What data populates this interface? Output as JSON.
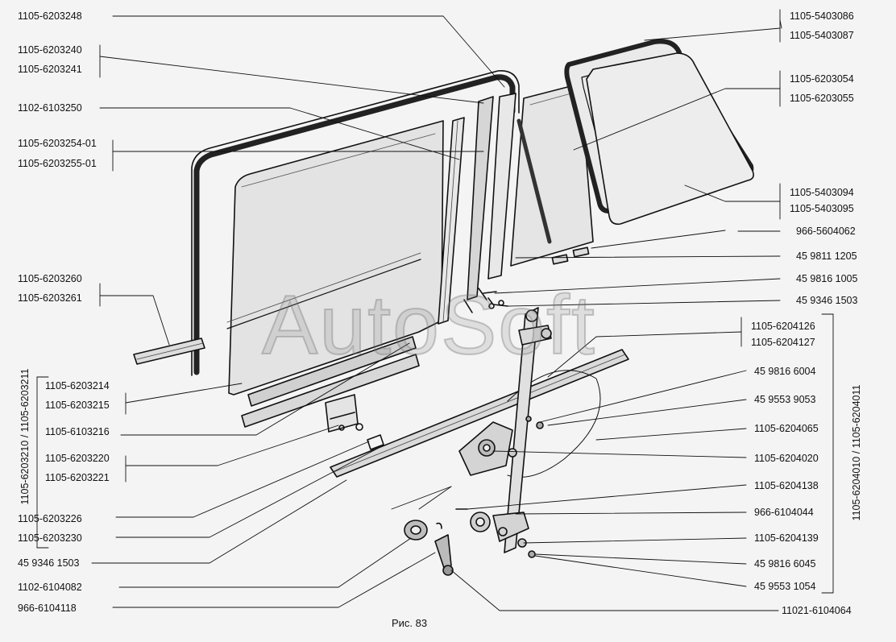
{
  "figure": {
    "caption": "Рис. 83",
    "watermark": "AutoSoft"
  },
  "colors": {
    "ink": "#111111",
    "paper": "#f4f4f4",
    "glass": "#e2e2e2",
    "seal": "#333333"
  },
  "left_labels": [
    {
      "id": "l01",
      "text": "1105-6203248"
    },
    {
      "id": "l02",
      "text": "1105-6203240"
    },
    {
      "id": "l03",
      "text": "1105-6203241"
    },
    {
      "id": "l04",
      "text": "1102-6103250"
    },
    {
      "id": "l05",
      "text": "1105-6203254-01"
    },
    {
      "id": "l06",
      "text": "1105-6203255-01"
    },
    {
      "id": "l07",
      "text": "1105-6203260"
    },
    {
      "id": "l08",
      "text": "1105-6203261"
    },
    {
      "id": "l09",
      "text": "1105-6203214"
    },
    {
      "id": "l10",
      "text": "1105-6203215"
    },
    {
      "id": "l11",
      "text": "1105-6103216"
    },
    {
      "id": "l12",
      "text": "1105-6203220"
    },
    {
      "id": "l13",
      "text": "1105-6203221"
    },
    {
      "id": "l14",
      "text": "1105-6203226"
    },
    {
      "id": "l15",
      "text": "1105-6203230"
    },
    {
      "id": "l16",
      "text": "45 9346 1503"
    },
    {
      "id": "l17",
      "text": "1102-6104082"
    },
    {
      "id": "l18",
      "text": "966-6104118"
    }
  ],
  "right_labels": [
    {
      "id": "r01",
      "text": "1105-5403086"
    },
    {
      "id": "r02",
      "text": "1105-5403087"
    },
    {
      "id": "r03",
      "text": "1105-6203054"
    },
    {
      "id": "r04",
      "text": "1105-6203055"
    },
    {
      "id": "r05",
      "text": "1105-5403094"
    },
    {
      "id": "r06",
      "text": "1105-5403095"
    },
    {
      "id": "r07",
      "text": "966-5604062"
    },
    {
      "id": "r08",
      "text": "45 9811 1205"
    },
    {
      "id": "r09",
      "text": "45 9816 1005"
    },
    {
      "id": "r10",
      "text": "45 9346 1503"
    },
    {
      "id": "r11",
      "text": "1105-6204126"
    },
    {
      "id": "r12",
      "text": "1105-6204127"
    },
    {
      "id": "r13",
      "text": "45 9816 6004"
    },
    {
      "id": "r14",
      "text": "45 9553 9053"
    },
    {
      "id": "r15",
      "text": "1105-6204065"
    },
    {
      "id": "r16",
      "text": "1105-6204020"
    },
    {
      "id": "r17",
      "text": "1105-6204138"
    },
    {
      "id": "r18",
      "text": "966-6104044"
    },
    {
      "id": "r19",
      "text": "1105-6204139"
    },
    {
      "id": "r20",
      "text": "45 9816 6045"
    },
    {
      "id": "r21",
      "text": "45 9553 1054"
    },
    {
      "id": "r22",
      "text": "11021-6104064"
    }
  ],
  "vertical_labels": {
    "left": "1105-6203210 / 1105-6203211",
    "right": "1105-6204010 / 1105-6204011"
  }
}
